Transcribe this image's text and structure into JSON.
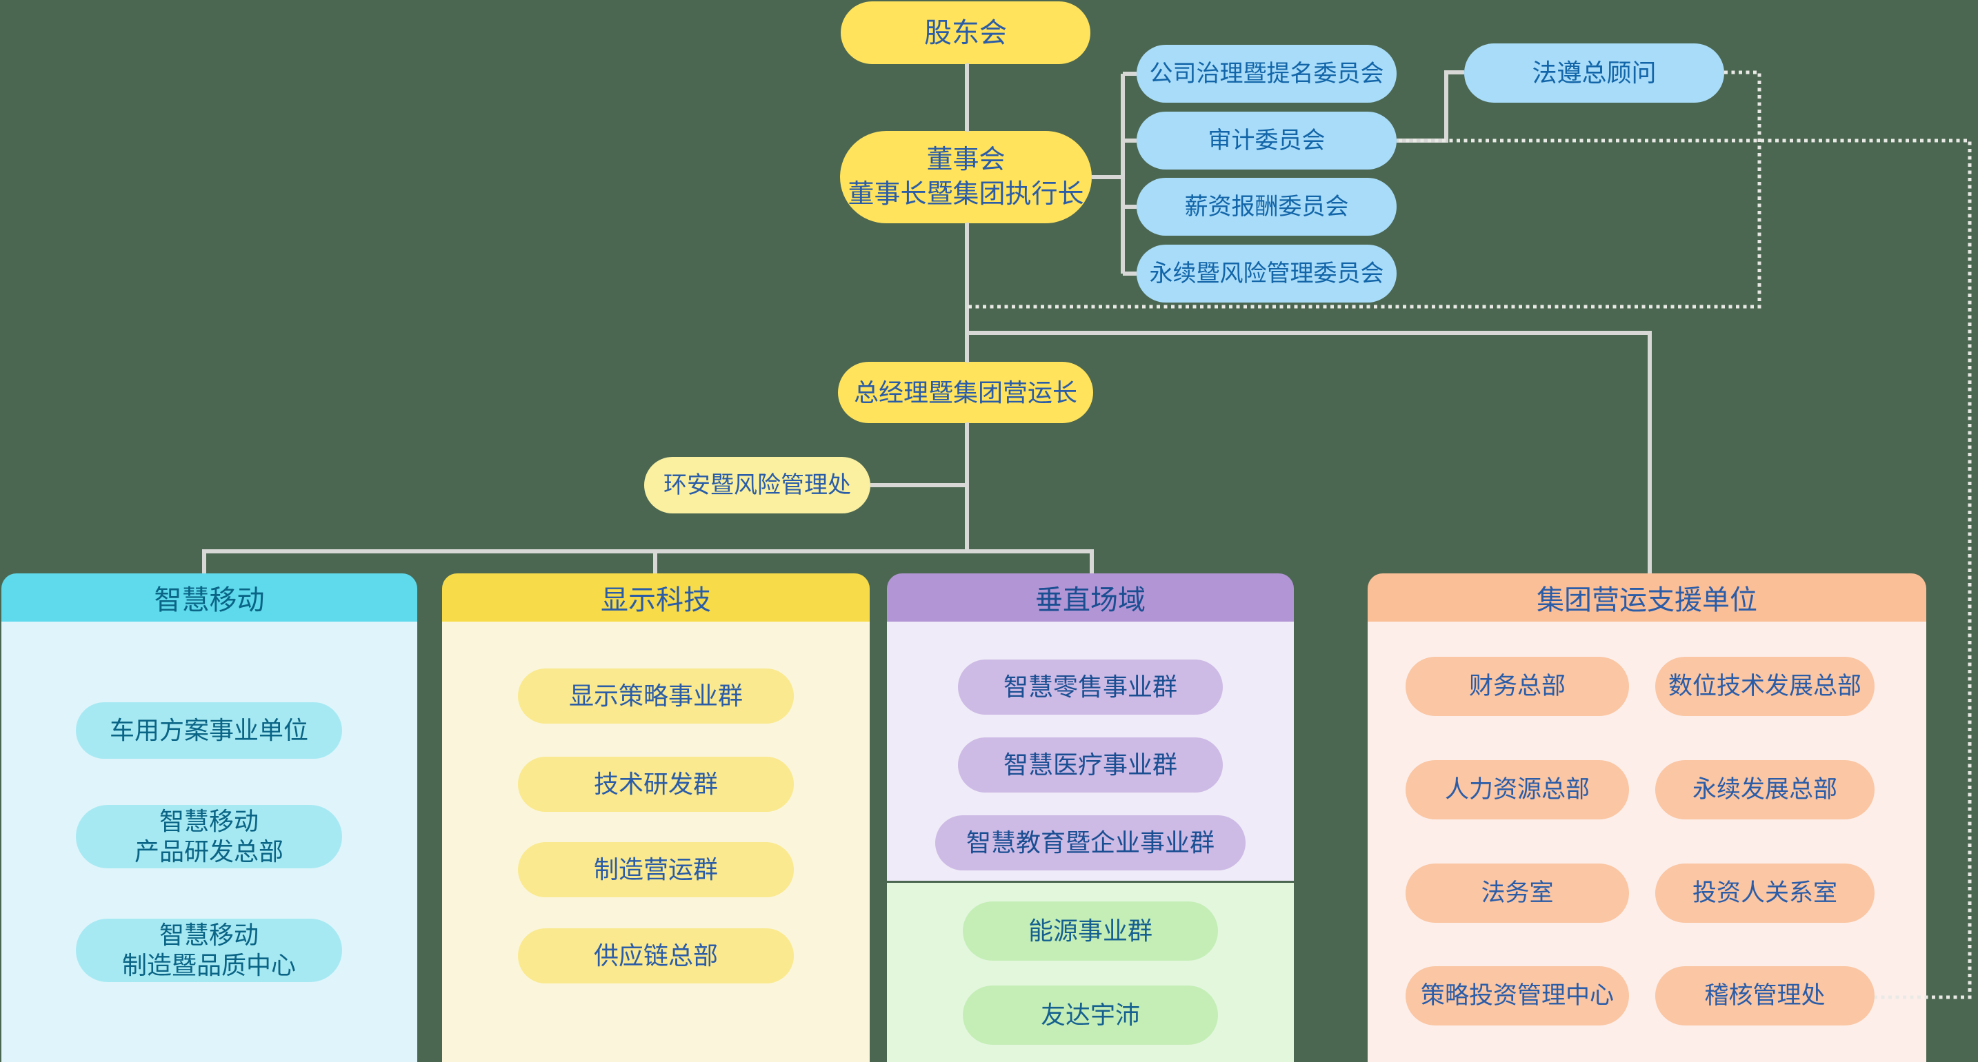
{
  "colors": {
    "background": "#4B6751",
    "solid_line": "#D8D8D6",
    "dotted_line": "#E9EAE5",
    "yellow_node": "#FFE35C",
    "pale_yellow_node": "#FAF0A0",
    "blue_node": "#A9DCF9",
    "card1_header": "#5FD9EC",
    "card2_header": "#F8DB49",
    "card3_header": "#B295D4",
    "card3_green": "#C5EEB7",
    "card4_header": "#FABF97"
  },
  "org": {
    "shareholders": {
      "label": "股东会"
    },
    "board": {
      "line1": "董事会",
      "line2": "董事长暨集团执行长"
    },
    "committees": [
      {
        "label": "公司治理暨提名委员会"
      },
      {
        "label": "审计委员会"
      },
      {
        "label": "薪资报酬委员会"
      },
      {
        "label": "永续暨风险管理委员会"
      }
    ],
    "legal_advisor": {
      "label": "法遵总顾问"
    },
    "general_manager": {
      "label": "总经理暨集团营运长"
    },
    "ehs": {
      "label": "环安暨风险管理处"
    }
  },
  "cards": [
    {
      "title": "智慧移动",
      "pills": [
        {
          "line1": "车用方案事业单位",
          "line2": ""
        },
        {
          "line1": "智慧移动",
          "line2": "产品研发总部"
        },
        {
          "line1": "智慧移动",
          "line2": "制造暨品质中心"
        }
      ]
    },
    {
      "title": "显示科技",
      "pills": [
        {
          "label": "显示策略事业群"
        },
        {
          "label": "技术研发群"
        },
        {
          "label": "制造营运群"
        },
        {
          "label": "供应链总部"
        }
      ]
    },
    {
      "title": "垂直场域",
      "pills": [
        {
          "label": "智慧零售事业群"
        },
        {
          "label": "智慧医疗事业群"
        },
        {
          "label": "智慧教育暨企业事业群"
        }
      ],
      "green_pills": [
        {
          "label": "能源事业群"
        },
        {
          "label": "友达宇沛"
        }
      ]
    },
    {
      "title": "集团营运支援单位",
      "pills_left": [
        {
          "label": "财务总部"
        },
        {
          "label": "人力资源总部"
        },
        {
          "label": "法务室"
        },
        {
          "label": "策略投资管理中心"
        }
      ],
      "pills_right": [
        {
          "label": "数位技术发展总部"
        },
        {
          "label": "永续发展总部"
        },
        {
          "label": "投资人关系室"
        },
        {
          "label": "稽核管理处"
        }
      ]
    }
  ]
}
